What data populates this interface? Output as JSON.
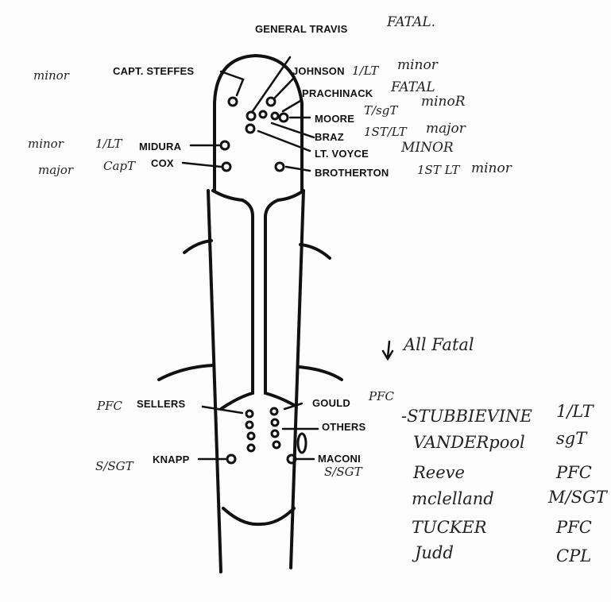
{
  "top_labels": {
    "travis": "GENERAL TRAVIS",
    "travis_status": "FATAL.",
    "steffes": "CAPT. STEFFES",
    "steffes_status": "minor",
    "johnson": "JOHNSON",
    "johnson_rank": "1/LT",
    "johnson_status": "minor",
    "prachinack": "PRACHINACK",
    "prachinack_status": "FATAL",
    "moore": "MOORE",
    "moore_rank": "T/sgT",
    "moore_status": "minoR",
    "braz": "BRAZ",
    "braz_rank": "1ST/LT",
    "braz_status": "major",
    "voyce": "LT. VOYCE",
    "voyce_status": "MINOR",
    "midura": "MIDURA",
    "midura_rank": "1/LT",
    "midura_status": "minor",
    "cox": "COX",
    "cox_rank": "CapT",
    "cox_status": "major",
    "brotherton": "BROTHERTON",
    "brotherton_rank": "1ST LT",
    "brotherton_status": "minor"
  },
  "all_fatal": "All Fatal",
  "bottom_labels": {
    "sellers": "SELLERS",
    "sellers_rank": "PFC",
    "gould": "GOULD",
    "gould_rank": "PFC",
    "others": "OTHERS",
    "knapp": "KNAPP",
    "knapp_rank": "S/SGT",
    "maconi": "MACONI",
    "maconi_rank": "S/SGT"
  },
  "others_list": [
    {
      "name": "-STUBBIEVINE",
      "rank": "1/LT"
    },
    {
      "name": "VANDERpool",
      "rank": "sgT"
    },
    {
      "name": "Reeve",
      "rank": "PFC"
    },
    {
      "name": "mclelland",
      "rank": "M/SGT"
    },
    {
      "name": "TUCKER",
      "rank": "PFC"
    },
    {
      "name": "Judd",
      "rank": "CPL"
    }
  ]
}
